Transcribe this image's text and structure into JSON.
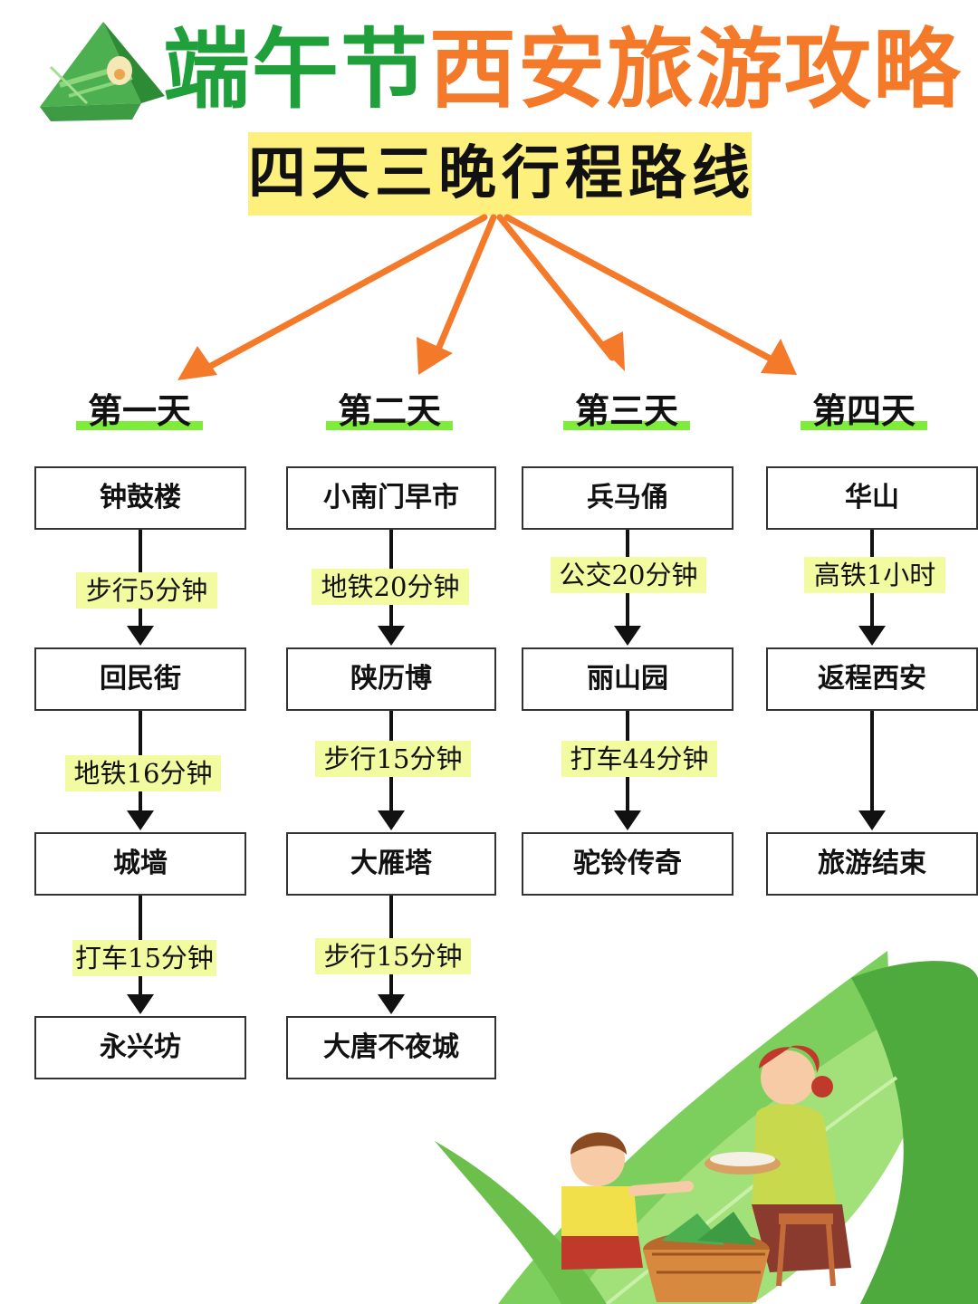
{
  "header": {
    "title_green": "端午节",
    "title_orange": "西安旅游攻略",
    "subtitle": "四天三晚行程路线"
  },
  "days": [
    {
      "label": "第一天",
      "stops": [
        "钟鼓楼",
        "回民街",
        "城墙",
        "永兴坊"
      ],
      "transfers": [
        "步行5分钟",
        "地铁16分钟",
        "打车15分钟"
      ]
    },
    {
      "label": "第二天",
      "stops": [
        "小南门早市",
        "陕历博",
        "大雁塔",
        "大唐不夜城"
      ],
      "transfers": [
        "地铁20分钟",
        "步行15分钟",
        "步行15分钟"
      ]
    },
    {
      "label": "第三天",
      "stops": [
        "兵马俑",
        "丽山园",
        "驼铃传奇"
      ],
      "transfers": [
        "公交20分钟",
        "打车44分钟"
      ]
    },
    {
      "label": "第四天",
      "stops": [
        "华山",
        "返程西安",
        "旅游结束"
      ],
      "transfers": [
        "高铁1小时",
        ""
      ]
    }
  ],
  "colors": {
    "title_green": "#20a03a",
    "title_orange": "#f47a2a",
    "subtitle_highlight": "#fdf07d",
    "day_underline": "#7ded3a",
    "transfer_highlight": "#f3fba0",
    "arrow_orange": "#f47a2a"
  },
  "icons": {
    "title_decoration": "zongzi-icon",
    "bottom_illustration": "family-making-zongzi-illustration"
  }
}
